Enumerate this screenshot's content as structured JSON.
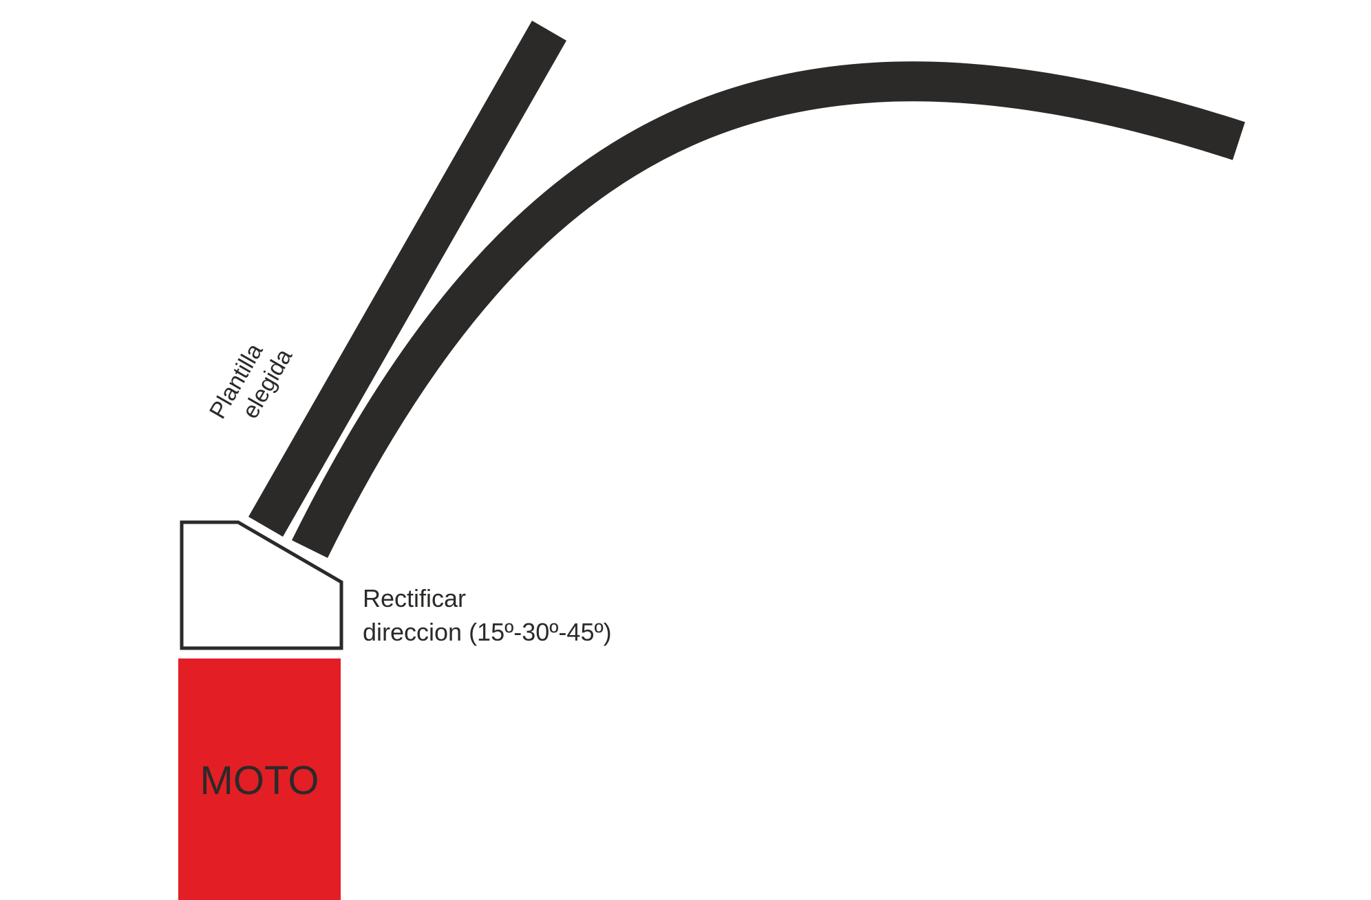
{
  "colors": {
    "background": "#ffffff",
    "template_bar": "#2b2a28",
    "curve": "#2b2a28",
    "adapter_outline": "#2b2a28",
    "moto_fill": "#e31e25",
    "text": "#2b2a28"
  },
  "labels": {
    "template_line1": "Plantilla",
    "template_line2": "elegida",
    "adjust_line1": "Rectificar",
    "adjust_line2": "direccion (15º-30º-45º)",
    "moto": "MOTO"
  }
}
